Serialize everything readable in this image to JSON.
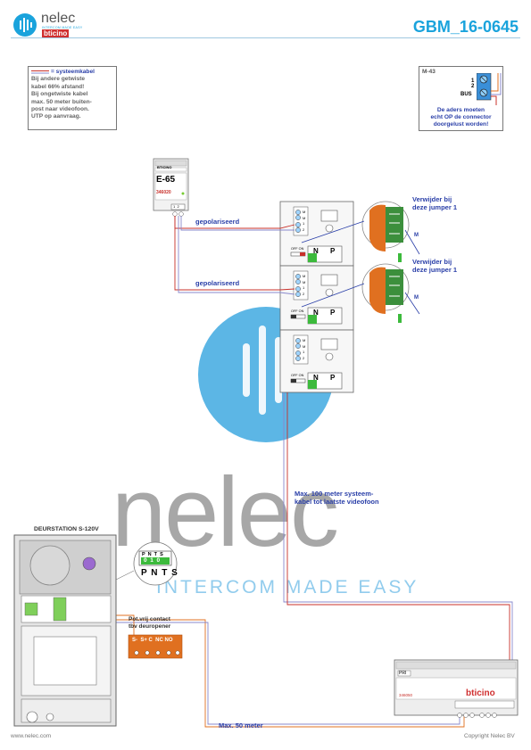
{
  "header": {
    "brand_name": "nelec",
    "brand_tagline": "INTERCOM MADE EASY",
    "sub_brand": "bticino",
    "doc_id": "GBM_16-0645"
  },
  "note": {
    "legend": "= systeemkabel",
    "lines": [
      "Bij andere getwiste",
      "kabel 66% afstand!",
      "Bij ongetwiste kabel",
      "max. 50 meter buiten-",
      "post naar videofoon.",
      "UTP op aanvraag."
    ]
  },
  "m43": {
    "title": "M-43",
    "terminal_1": "1",
    "terminal_2": "2",
    "bus_label": "BUS",
    "note_lines": [
      "De aders moeten",
      "echt OP de connector",
      "doorgelust worden!"
    ]
  },
  "power_supply": {
    "model": "E-65",
    "part_no": "346020",
    "brand": "BTICINO",
    "terminals": "1  2"
  },
  "labels": {
    "polarized_1": "gepolariseerd",
    "polarized_2": "gepolariseerd",
    "remove_jumper_1": [
      "Verwijder bij",
      "deze jumper 1"
    ],
    "remove_jumper_2": [
      "Verwijder bij",
      "deze jumper 1"
    ],
    "m_1": "M",
    "m_2": "M",
    "max_100": [
      "Max. 100 meter systeem-",
      "kabel tot laatste videofoon"
    ],
    "max_50": "Max. 50 meter",
    "door_station": "DEURSTATION S-120V",
    "contact": [
      "Pot.vrij contact",
      "tbv deuropener"
    ],
    "contact_terminals": "S-  S+ C  NC NO"
  },
  "monitor": {
    "terminal_labels": [
      "M",
      "M",
      "1",
      "2"
    ],
    "n_label": "N",
    "p_label": "P",
    "switch_label": "OFF ON"
  },
  "zoom": {
    "top": "P  N  T  S",
    "values": "0  1  0",
    "bottom": "P N T S"
  },
  "distributor": {
    "label": "PRI",
    "part_no": "346050",
    "brand": "bticino"
  },
  "watermark": {
    "word": "nelec",
    "tagline": "INTERCOM MADE EASY"
  },
  "footer": {
    "website": "www.nelec.com",
    "copyright": "Copyright Nelec BV"
  },
  "colors": {
    "accent": "#1aa3dc",
    "label_blue": "#2a3fa8",
    "cable_red": "#c8302a",
    "cable_orange": "#e07020",
    "terminal_green": "#3cba3c"
  }
}
